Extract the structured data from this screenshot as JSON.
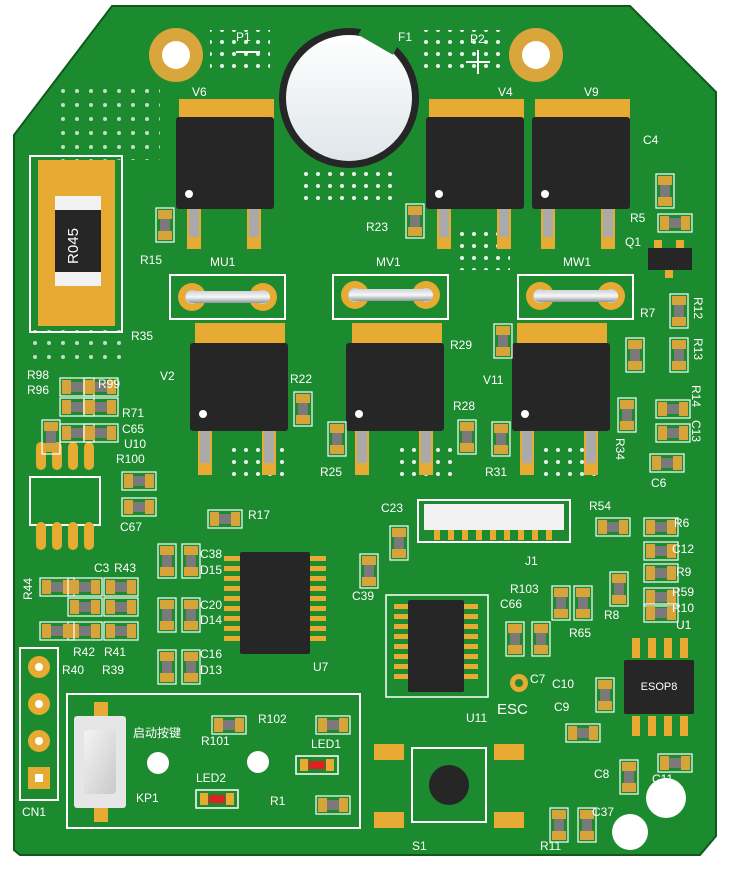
{
  "board": {
    "colors": {
      "solder_mask": "#1c8a2e",
      "solder_mask_dark": "#157025",
      "copper_pad": "#d7a43a",
      "silkscreen": "#ffffff",
      "ic_body": "#262626",
      "mosfet_pad": "#e7aa33",
      "led_red": "#e02020"
    },
    "power_labels": {
      "p1": "P1",
      "p1_sign": "—",
      "p2": "P2",
      "p2_sign": "+",
      "fuse": "F1"
    },
    "mosfets": {
      "v6": "V6",
      "v4": "V4",
      "v9": "V9",
      "v2": "V2",
      "v11": "V11"
    },
    "shunt_resistor": {
      "marking": "R045",
      "ref": "R35"
    },
    "jumpers": {
      "mu1": "MU1",
      "mv1": "MV1",
      "mw1": "MW1"
    },
    "resistors": {
      "r15": "R15",
      "r23": "R23",
      "r5": "R5",
      "r12": "R12",
      "r13": "R13",
      "r7": "R7",
      "r29": "R29",
      "r22": "R22",
      "r28": "R28",
      "r25": "R25",
      "r31": "R31",
      "r34": "R34",
      "r14": "R14",
      "r98": "R98",
      "r96": "R96",
      "r99": "R99",
      "r71": "R71",
      "r100": "R100",
      "r17": "R17",
      "r54": "R54",
      "r6": "R6",
      "r9": "R9",
      "r59": "R59",
      "r8": "R8",
      "r10": "R10",
      "r103": "R103",
      "r65": "R65",
      "r44": "R44",
      "r43": "R43",
      "r42": "R42",
      "r41": "R41",
      "r40": "R40",
      "r39": "R39",
      "r102": "R102",
      "r101": "R101",
      "r1": "R1",
      "r11": "R11"
    },
    "capacitors": {
      "c4": "C4",
      "c65": "C65",
      "c13": "C13",
      "c6": "C6",
      "c67": "C67",
      "c23": "C23",
      "c12": "C12",
      "c3": "C3",
      "c38": "C38",
      "c20": "C20",
      "c16": "C16",
      "c39": "C39",
      "c66": "C66",
      "c7": "C7",
      "c10": "C10",
      "c9": "C9",
      "c8": "C8",
      "c11": "C11",
      "c37": "C37"
    },
    "diodes": {
      "d15": "D15",
      "d14": "D14",
      "d13": "D13"
    },
    "ics": {
      "q1": "Q1",
      "u10": "U10",
      "u7": "U7",
      "u11": "U11",
      "u1": "U1",
      "u1_package": "ESOP8",
      "j1": "J1"
    },
    "controls": {
      "start_key_label": "启动按键",
      "kp1": "KP1",
      "led1": "LED1",
      "led2": "LED2",
      "s1": "S1",
      "esc": "ESC",
      "cn1": "CN1"
    }
  }
}
